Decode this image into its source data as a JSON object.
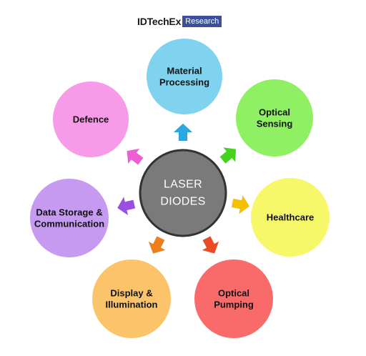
{
  "logo": {
    "brand": "IDTechEx",
    "tag": "Research",
    "tag_color": "#3b4f9a"
  },
  "center": {
    "lines": [
      "LASER",
      "DIODES"
    ],
    "fill": "#7a7a7a",
    "stroke": "#333333"
  },
  "nodes": [
    {
      "id": "material-processing",
      "lines": [
        "Material",
        "Processing"
      ],
      "color": "#7fd3ef",
      "arrow_color": "#29a9e0"
    },
    {
      "id": "optical-sensing",
      "lines": [
        "Optical",
        "Sensing"
      ],
      "color": "#8ff063",
      "arrow_color": "#44d41c"
    },
    {
      "id": "healthcare",
      "lines": [
        "Healthcare"
      ],
      "color": "#f7f76a",
      "arrow_color": "#f5c000"
    },
    {
      "id": "optical-pumping",
      "lines": [
        "Optical",
        "Pumping"
      ],
      "color": "#f96b6b",
      "arrow_color": "#ea4a26"
    },
    {
      "id": "display-illumination",
      "lines": [
        "Display &",
        "Illumination"
      ],
      "color": "#fbc46a",
      "arrow_color": "#f07f1a"
    },
    {
      "id": "data-storage-communication",
      "lines": [
        "Data Storage &",
        "Communication"
      ],
      "color": "#c59af0",
      "arrow_color": "#9b4fe0"
    },
    {
      "id": "defence",
      "lines": [
        "Defence"
      ],
      "color": "#f79ae8",
      "arrow_color": "#ee5fd6"
    }
  ]
}
